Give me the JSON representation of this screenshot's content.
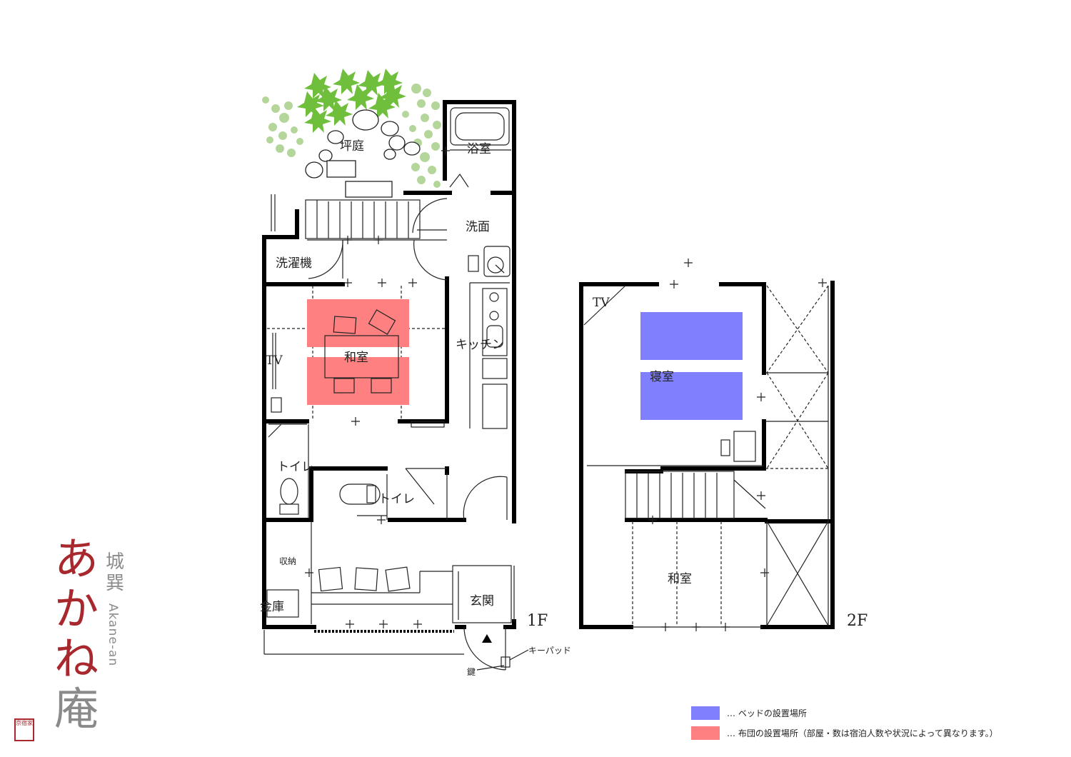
{
  "colors": {
    "bed": "#8080ff",
    "futon": "#ff8080",
    "wall": "#000000",
    "brand": "#a8282e",
    "leaf": "#7cc24a"
  },
  "brand": {
    "name_main_1": "あ",
    "name_main_2": "か",
    "name_main_3": "ね",
    "name_main_4": "庵",
    "district_1": "城",
    "district_2": "巽",
    "romaji": "Akane-an",
    "seal": "京宿家"
  },
  "floor1": {
    "level": "1F",
    "rooms": {
      "garden": "坪庭",
      "bath": "浴室",
      "washroom": "洗面",
      "laundry": "洗濯機",
      "living": "和室",
      "tv": "TV",
      "kitchen": "キッチン",
      "toilet_a": "トイレ",
      "toilet_b": "トイレ",
      "storage": "収納",
      "safe": "金庫",
      "entrance": "玄関",
      "keypad": "キーパッド",
      "key": "鍵"
    }
  },
  "floor2": {
    "level": "2F",
    "rooms": {
      "bedroom": "寝室",
      "tv": "TV",
      "japanese_room": "和室"
    }
  },
  "legend": [
    {
      "color": "#8080ff",
      "text": "… ベッドの設置場所"
    },
    {
      "color": "#ff8080",
      "text": "… 布団の設置場所（部屋・数は宿泊人数や状況によって異なります。）"
    }
  ]
}
